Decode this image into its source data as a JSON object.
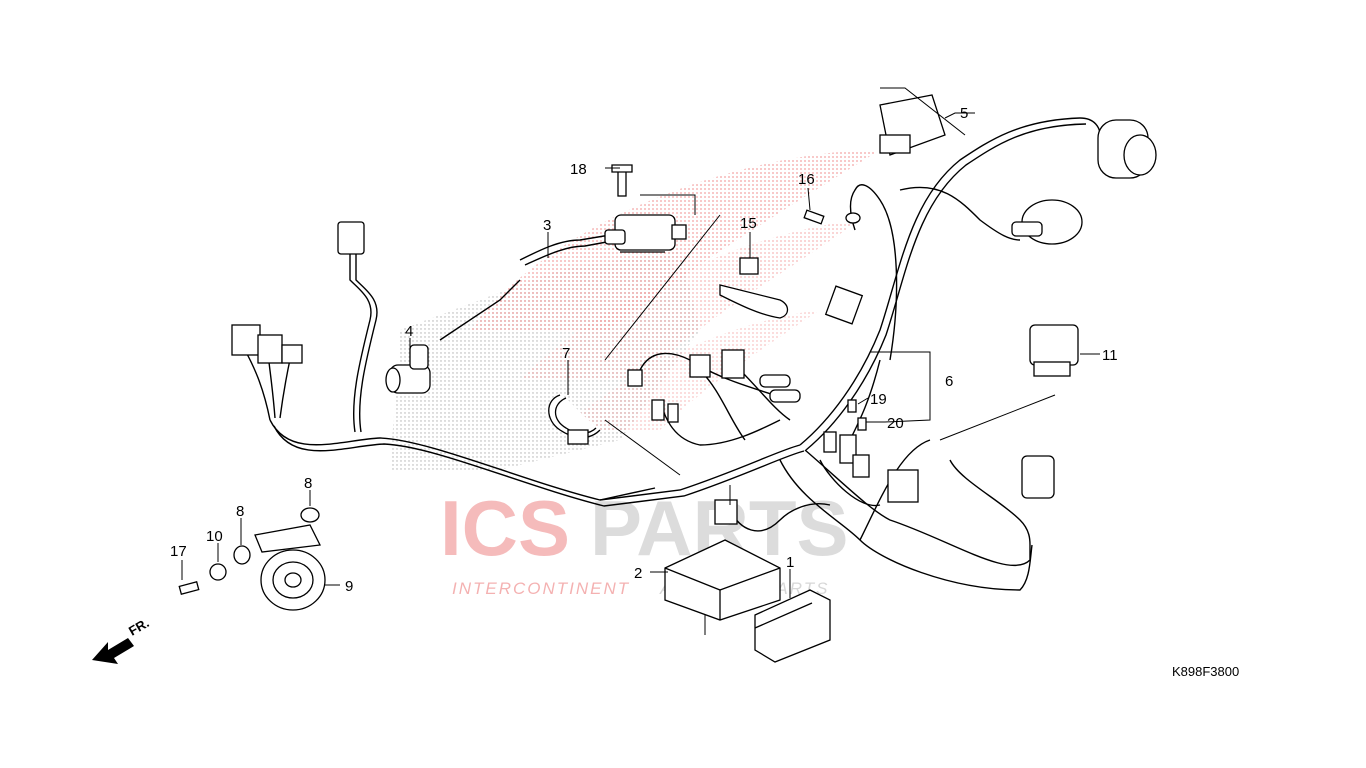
{
  "watermark": {
    "brand_red": "ICS",
    "brand_grey": "PARTS",
    "tagline_red": "INTERCONTINENT",
    "tagline_grey": "AL SPARE PARTS",
    "color_red": "#e33b3b",
    "color_grey": "#9a9a9a"
  },
  "diagram": {
    "code": "K898F3800",
    "front_marker": "FR.",
    "callouts": [
      "1",
      "2",
      "3",
      "4",
      "5",
      "6",
      "7",
      "8",
      "8",
      "9",
      "10",
      "11",
      "15",
      "16",
      "17",
      "18",
      "19",
      "20"
    ]
  }
}
